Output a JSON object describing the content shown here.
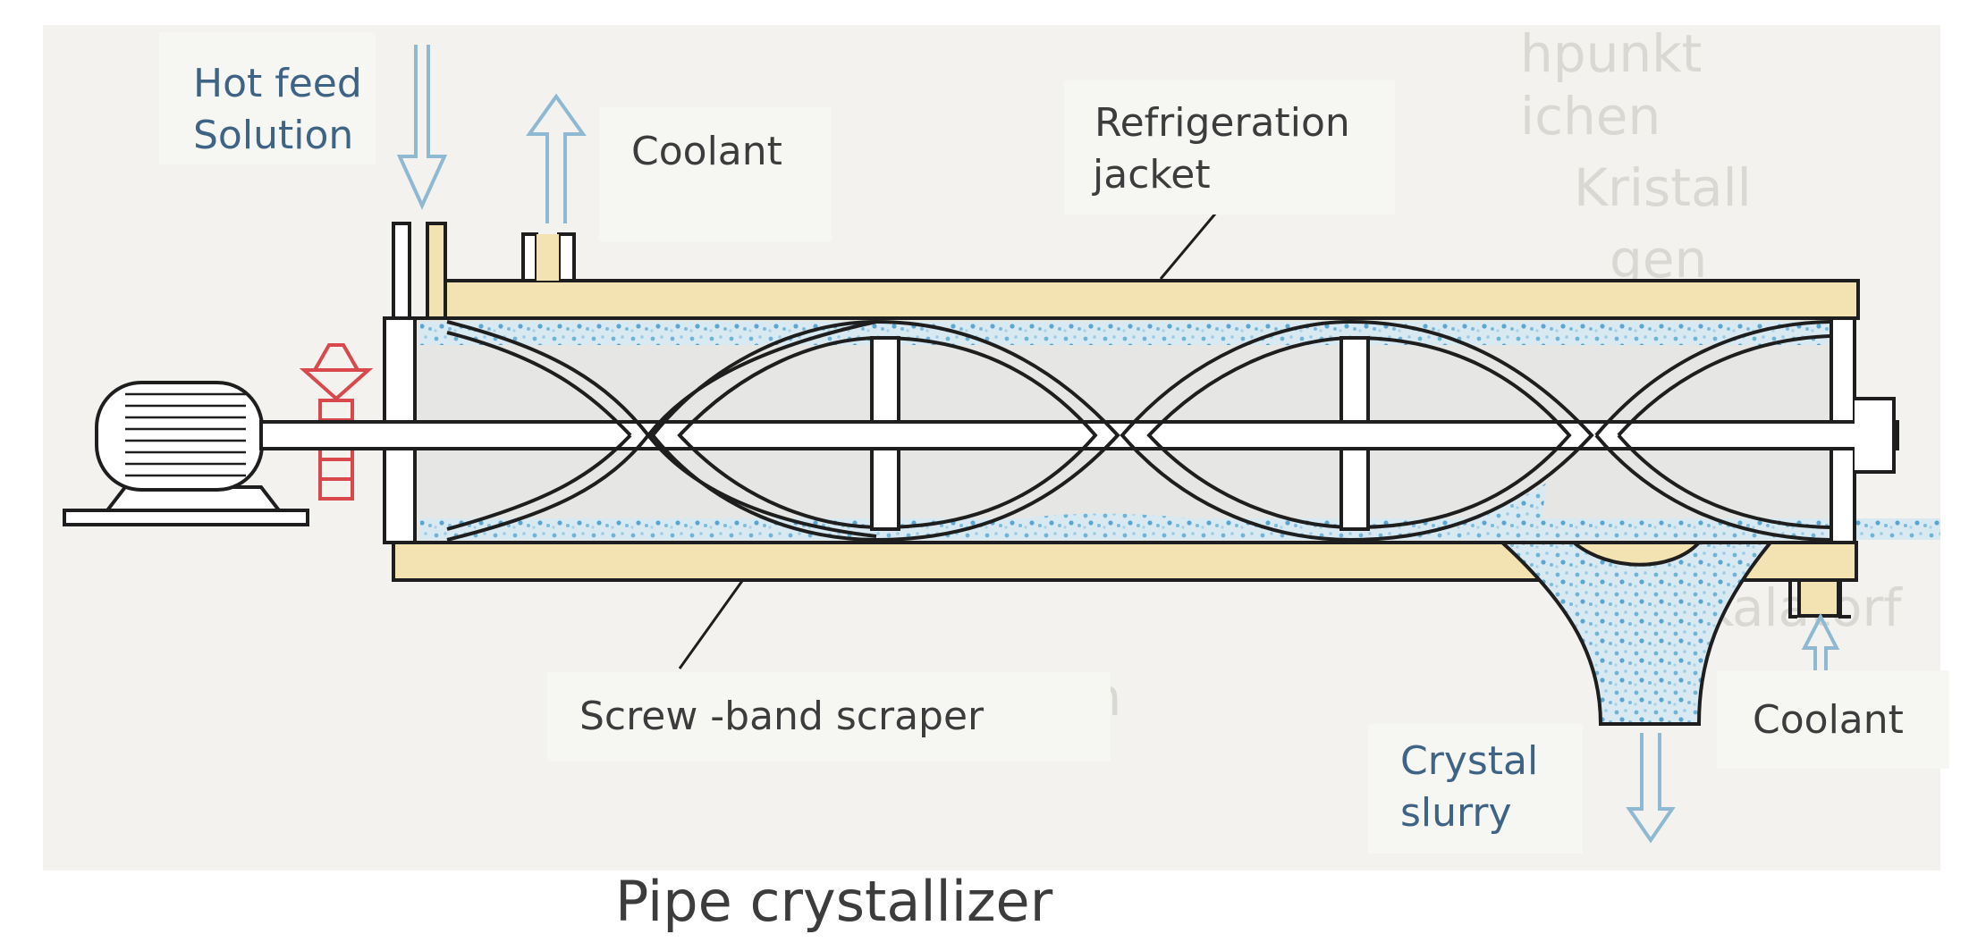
{
  "labels": {
    "hot_feed_line1": "Hot feed",
    "hot_feed_line2": "Solution",
    "coolant_top": "Coolant",
    "refrigeration_line1": "Refrigeration",
    "refrigeration_line2": "jacket",
    "scraper": "Screw -band scraper",
    "crystal_line1": "Crystal",
    "crystal_line2": "slurry",
    "coolant_bottom": "Coolant"
  },
  "caption": "Pipe crystallizer",
  "colors": {
    "jacket": "#f3e2b2",
    "interior": "#e6e6e4",
    "crystals": "#8cc3dc",
    "outline": "#1e1e1e",
    "arrow": "#8fb8d3",
    "label_blue": "#3f6384",
    "label_dark": "#3c3c3c",
    "red_part": "#d8484c",
    "page_tint": "#f3f2ee"
  }
}
